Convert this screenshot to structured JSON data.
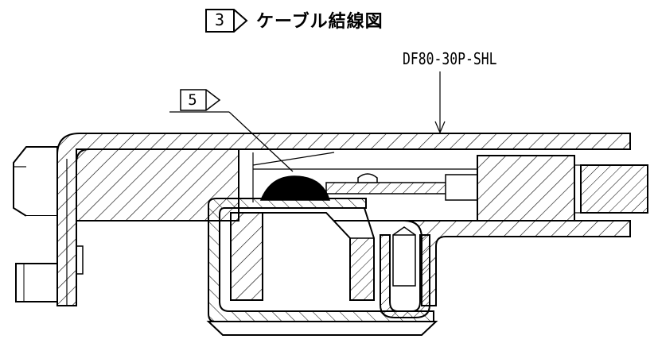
{
  "title": {
    "callout_number": "3",
    "text": "ケーブル結線図"
  },
  "part_number_label": "DF80-30P-SHL",
  "callout_5": {
    "number": "5"
  },
  "colors": {
    "line": "#000000",
    "background": "#ffffff",
    "solder": "#000000"
  }
}
